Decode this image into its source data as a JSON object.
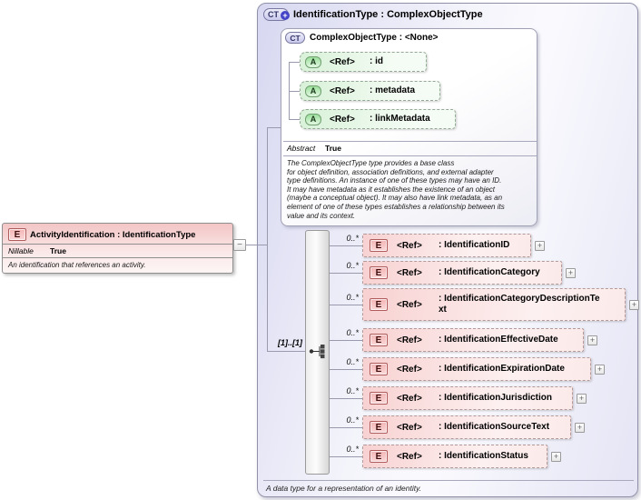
{
  "source_element": {
    "icon": "E",
    "title": "ActivityIdentification : IdentificationType",
    "nillable_label": "Nillable",
    "nillable_value": "True",
    "description": "An identification that references an activity."
  },
  "main_type": {
    "icon_text": "CT",
    "title": "IdentificationType : ComplexObjectType",
    "footer": "A data type for a representation of an identity.",
    "base_type": {
      "icon_text": "CT",
      "title": "ComplexObjectType : <None>",
      "attributes": [
        {
          "icon": "A",
          "ref": "<Ref>",
          "name": ": id"
        },
        {
          "icon": "A",
          "ref": "<Ref>",
          "name": ": metadata"
        },
        {
          "icon": "A",
          "ref": "<Ref>",
          "name": ": linkMetadata"
        }
      ],
      "abstract_label": "Abstract",
      "abstract_value": "True",
      "description": "The ComplexObjectType type provides a base class\nfor object definition, association definitions, and external adapter\ntype definitions. An instance of one of these types may have an ID.\nIt may have metadata as it establishes the existence of an object\n(maybe a conceptual object). It may also have link metadata, as an\nelement of one of these types establishes a relationship between its\nvalue and its context."
    },
    "sequence": {
      "cardinality_label": "[1]..[1]",
      "elements": [
        {
          "occurs": "0..*",
          "icon": "E",
          "ref": "<Ref>",
          "name": ": IdentificationID"
        },
        {
          "occurs": "0..*",
          "icon": "E",
          "ref": "<Ref>",
          "name": ": IdentificationCategory"
        },
        {
          "occurs": "0..*",
          "icon": "E",
          "ref": "<Ref>",
          "name": ": IdentificationCategoryDescriptionTe\nxt"
        },
        {
          "occurs": "0..*",
          "icon": "E",
          "ref": "<Ref>",
          "name": ": IdentificationEffectiveDate"
        },
        {
          "occurs": "0..*",
          "icon": "E",
          "ref": "<Ref>",
          "name": ": IdentificationExpirationDate"
        },
        {
          "occurs": "0..*",
          "icon": "E",
          "ref": "<Ref>",
          "name": ": IdentificationJurisdiction"
        },
        {
          "occurs": "0..*",
          "icon": "E",
          "ref": "<Ref>",
          "name": ": IdentificationSourceText"
        },
        {
          "occurs": "0..*",
          "icon": "E",
          "ref": "<Ref>",
          "name": ": IdentificationStatus"
        }
      ]
    }
  },
  "icons": {
    "expand": "+",
    "collapse": "−",
    "plus_badge": "+"
  },
  "colors": {
    "type_box_fill": "#dfdff4",
    "element_fill": "#f8d1d1",
    "attribute_fill": "#d8f1d8",
    "badge_blue": "#4343c8",
    "line": "#9a9aae"
  }
}
